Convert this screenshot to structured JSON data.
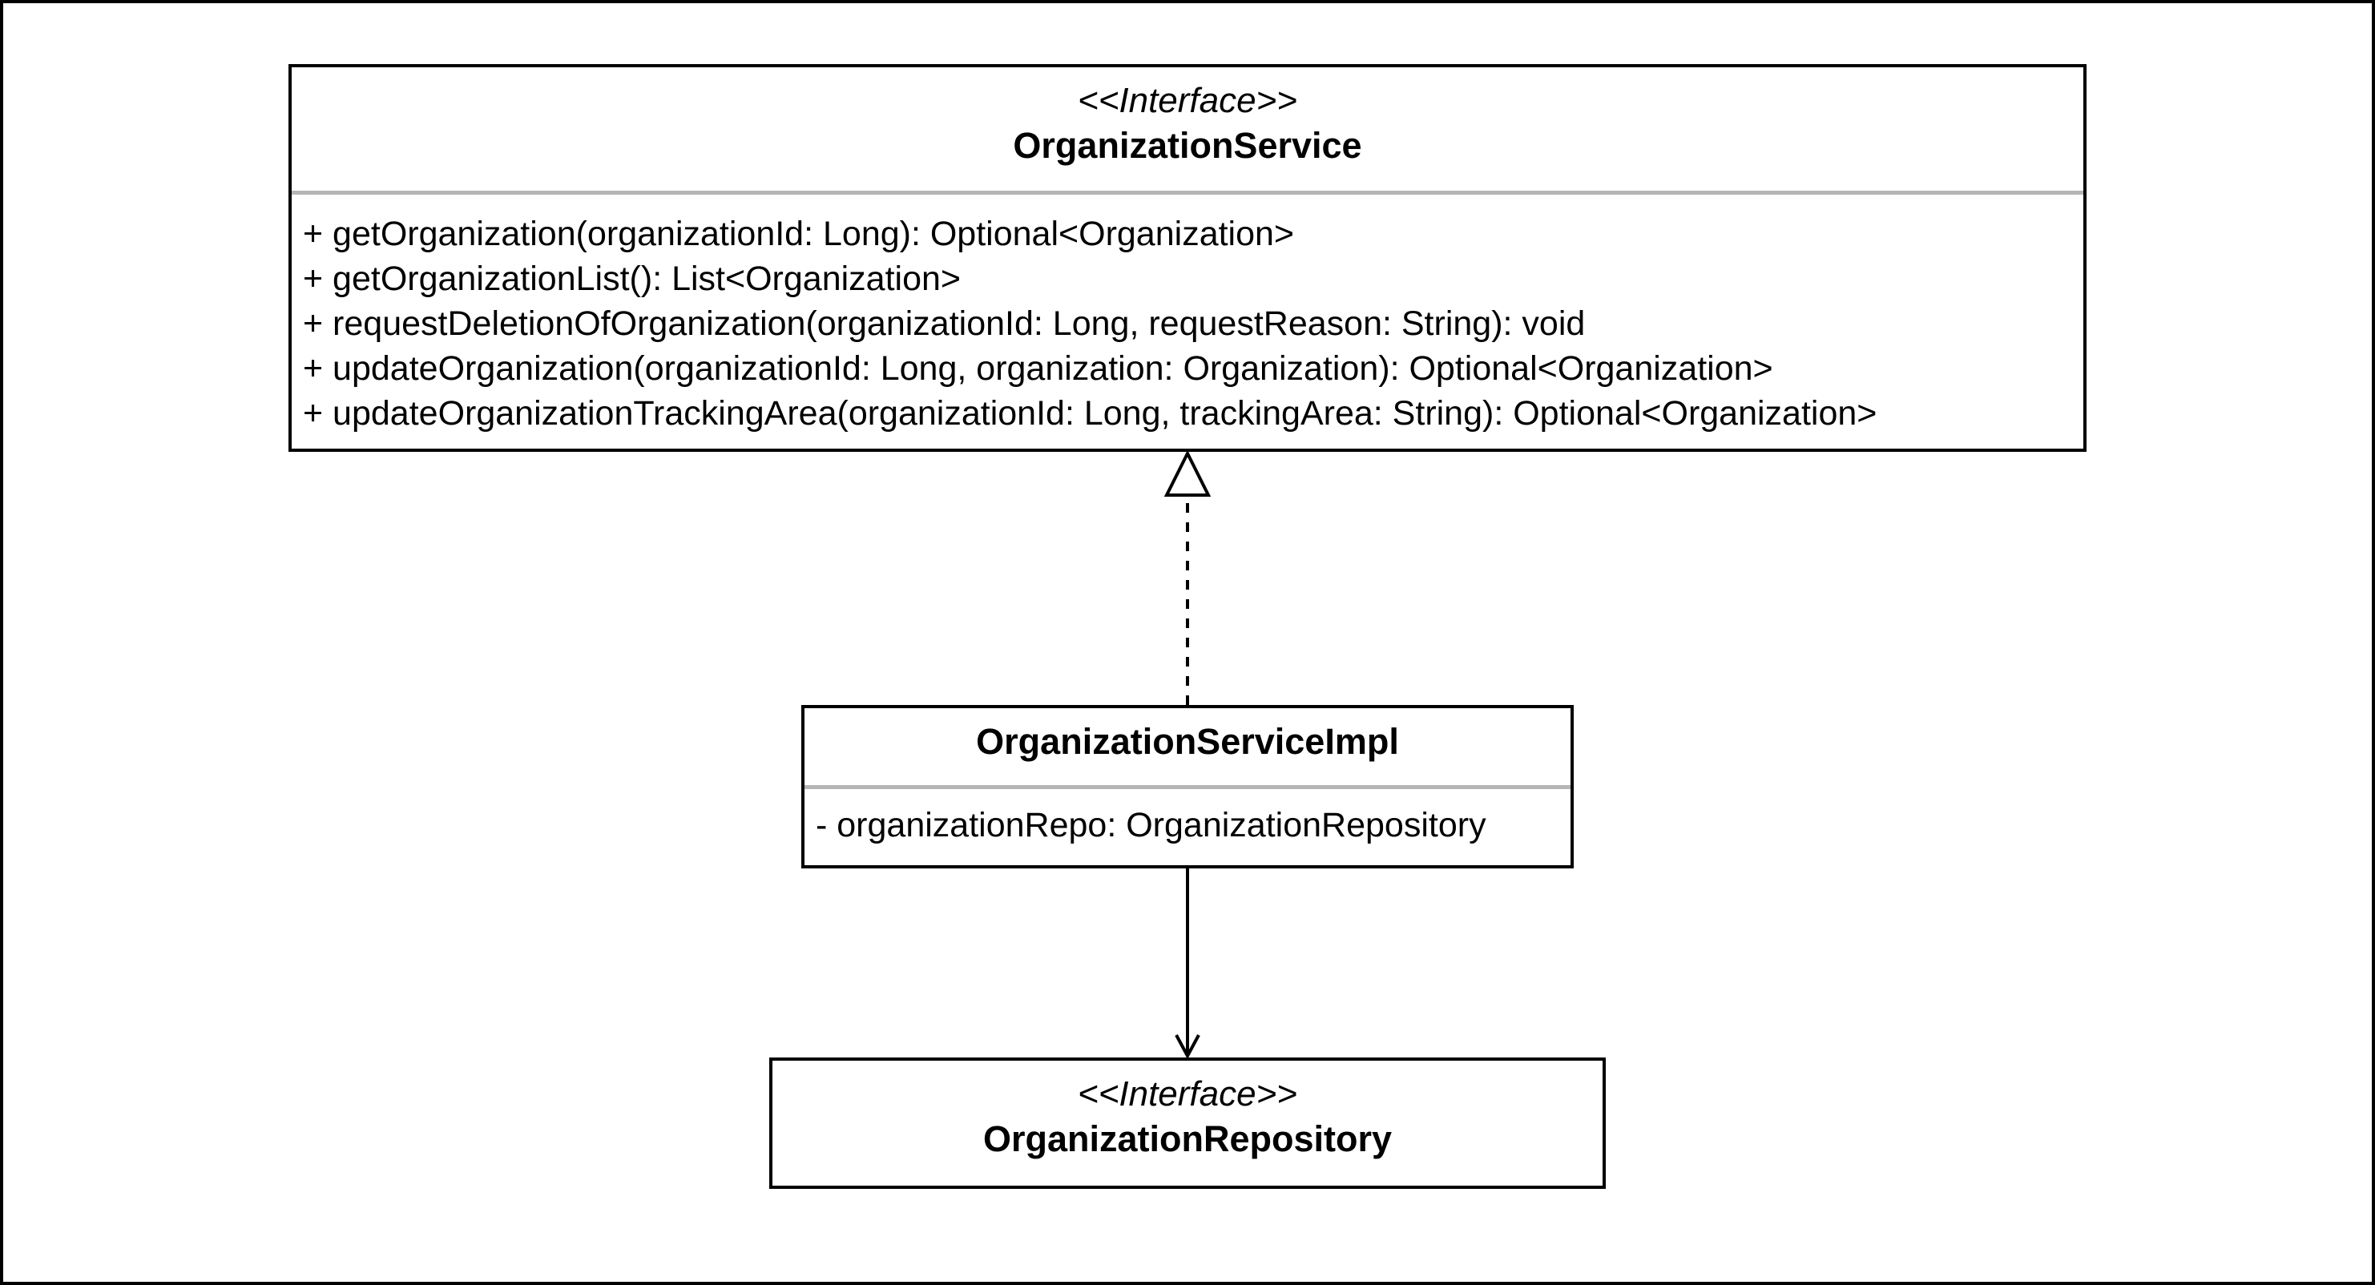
{
  "diagram": {
    "classes": [
      {
        "id": "organization-service",
        "stereotype": "<<Interface>>",
        "name": "OrganizationService",
        "members": [
          "+ getOrganization(organizationId: Long): Optional<Organization>",
          "+ getOrganizationList(): List<Organization>",
          "+ requestDeletionOfOrganization(organizationId: Long, requestReason: String): void",
          "+ updateOrganization(organizationId: Long, organization: Organization): Optional<Organization>",
          "+ updateOrganizationTrackingArea(organizationId: Long, trackingArea: String): Optional<Organization>"
        ]
      },
      {
        "id": "organization-service-impl",
        "stereotype": "",
        "name": "OrganizationServiceImpl",
        "members": [
          "- organizationRepo: OrganizationRepository"
        ]
      },
      {
        "id": "organization-repository",
        "stereotype": "<<Interface>>",
        "name": "OrganizationRepository",
        "members": []
      }
    ],
    "relationships": [
      {
        "type": "realization",
        "from": "OrganizationServiceImpl",
        "to": "OrganizationService"
      },
      {
        "type": "association",
        "from": "OrganizationServiceImpl",
        "to": "OrganizationRepository"
      }
    ]
  }
}
